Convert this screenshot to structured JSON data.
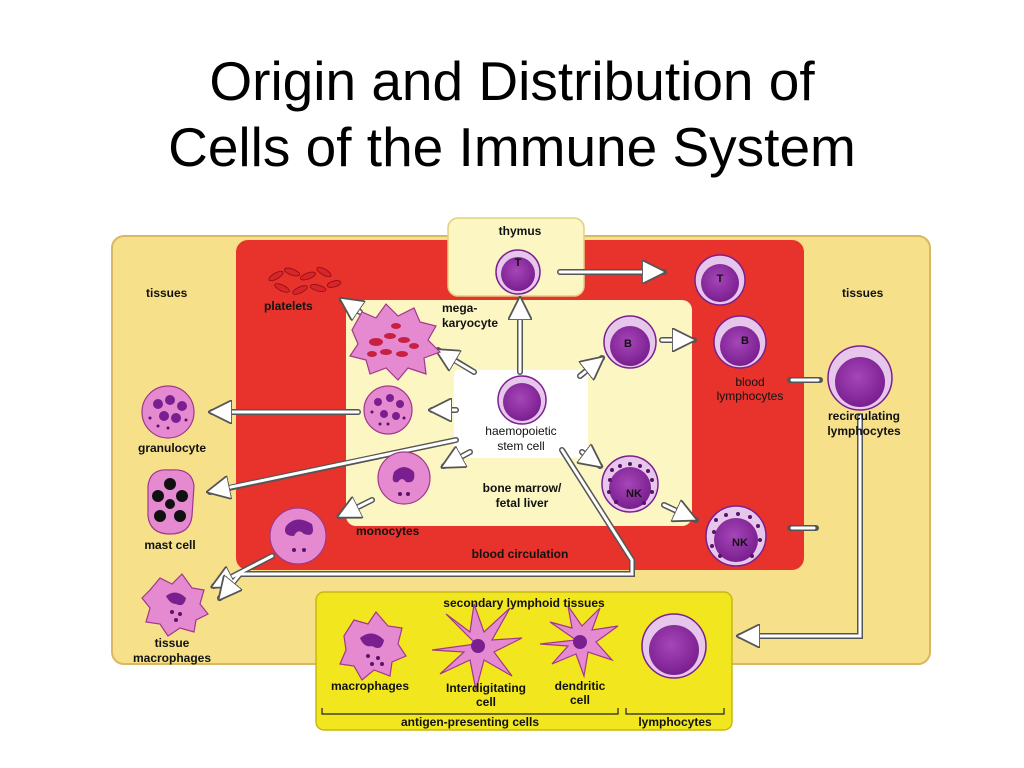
{
  "title": {
    "line1": "Origin and Distribution of",
    "line2": "Cells of the Immune System"
  },
  "diagram": {
    "regions": {
      "tissues_left": "tissues",
      "tissues_right": "tissues",
      "thymus": "thymus",
      "bone_marrow_line1": "bone marrow/",
      "bone_marrow_line2": "fetal liver",
      "blood_circulation": "blood circulation",
      "secondary_lymphoid": "secondary lymphoid tissues"
    },
    "cells": {
      "platelets": "platelets",
      "megakaryocyte_line1": "mega-",
      "megakaryocyte_line2": "karyocyte",
      "stem_cell_line1": "haemopoietic",
      "stem_cell_line2": "stem cell",
      "granulocyte": "granulocyte",
      "mast_cell": "mast cell",
      "monocytes": "monocytes",
      "tissue_macrophages_line1": "tissue",
      "tissue_macrophages_line2": "macrophages",
      "blood_lymphocytes_line1": "blood",
      "blood_lymphocytes_line2": "lymphocytes",
      "recirculating_line1": "recirculating",
      "recirculating_line2": "lymphocytes",
      "macrophages": "macrophages",
      "interdigitating_line1": "Interdigitating",
      "interdigitating_line2": "cell",
      "dendritic_line1": "dendritic",
      "dendritic_line2": "cell",
      "lymphocytes": "lymphocytes",
      "antigen_presenting": "antigen-presenting cells"
    },
    "cell_letters": {
      "t_thymus": "T",
      "t_blood": "T",
      "b_marrow": "B",
      "b_blood": "B",
      "nk_marrow": "NK",
      "nk_blood": "NK"
    },
    "colors": {
      "tissue_yellow": "#f6e08a",
      "blood_red": "#e8322c",
      "marrow_cream": "#fbf6c2",
      "lymphoid_yellow": "#f2e61e",
      "lymphocyte_purple": "#8b2aa0",
      "myeloid_pink": "#e58ad0"
    }
  }
}
